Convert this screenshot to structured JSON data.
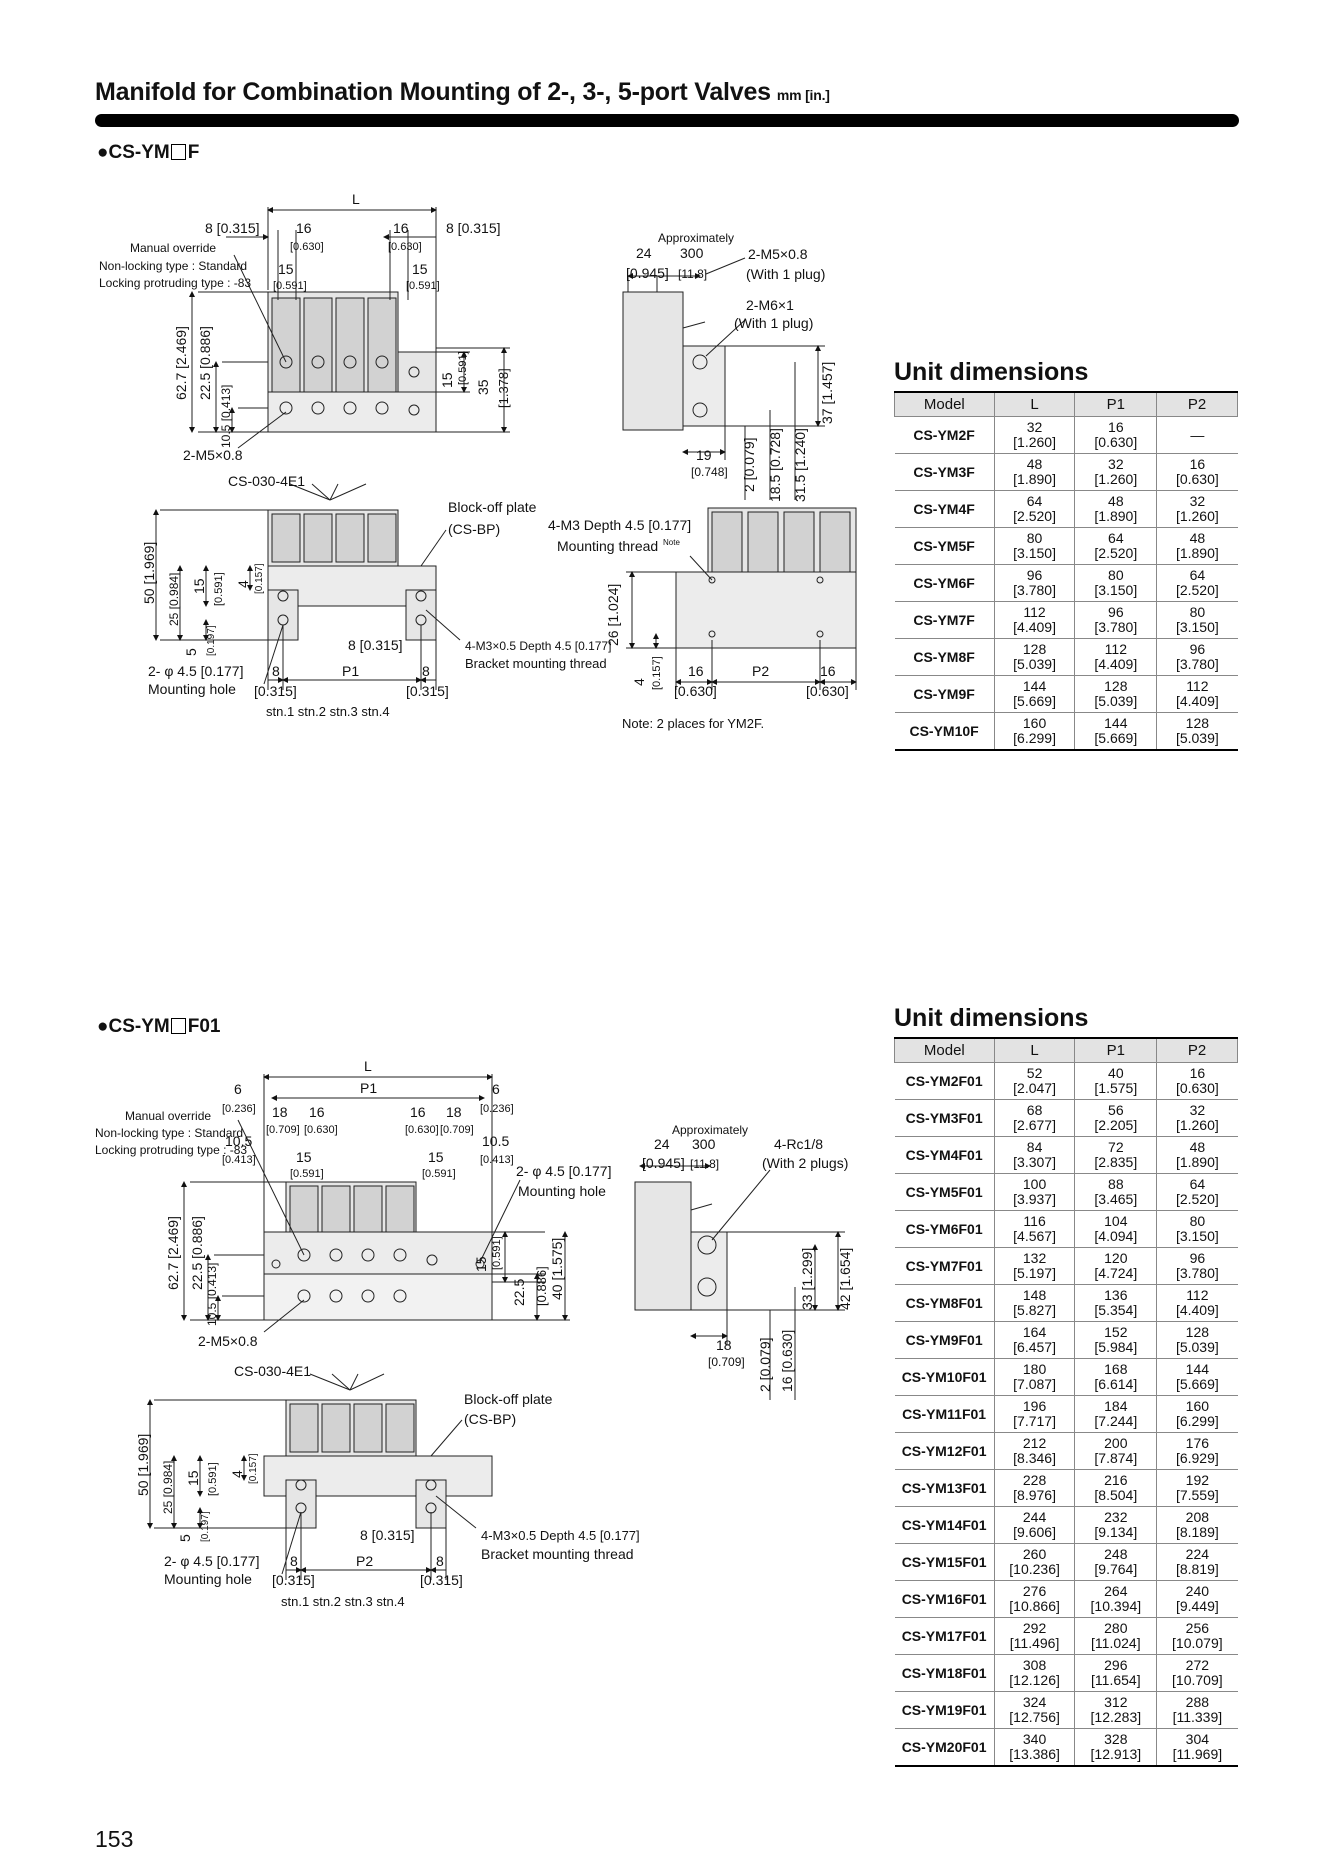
{
  "header": {
    "title": "Manifold for Combination Mounting of 2-, 3-, 5-port Valves",
    "unit": "mm [in.]"
  },
  "section1": {
    "prefix": "CS-YM",
    "suffix": "F",
    "labels": {
      "L": "L",
      "top8a": "8 [0.315]",
      "top16a": "16",
      "top16a_in": "[0.630]",
      "top16b": "16",
      "top16b_in": "[0.630]",
      "top8b": "8 [0.315]",
      "manual": "Manual override",
      "nonlocking": "Non-locking type : Standard",
      "locking": "Locking protruding type : -83",
      "d15a": "15",
      "d15a_in": "[0.591]",
      "d15b": "15",
      "d15b_in": "[0.591]",
      "h627": "62.7 [2.469]",
      "h225": "22.5 [0.886]",
      "h105": "10.5 [0.413]",
      "h15": "15",
      "h15_in": "[0.591]",
      "h35": "35",
      "h35_in": "[1.378]",
      "m5": "2-M5×0.8",
      "approx": "Approximately",
      "s24": "24",
      "s300": "300",
      "s24_in": "[0.945]",
      "s300_in": "[11.8]",
      "m5plug": "2-M5×0.8",
      "m5plug2": "(With 1 plug)",
      "m6plug": "2-M6×1",
      "m6plug2": "(With 1 plug)",
      "h37": "37 [1.457]",
      "s19": "19",
      "s19_in": "[0.748]",
      "s2": "2 [0.079]",
      "s185": "18.5 [0.728]",
      "s315": "31.5 [1.240]",
      "cs030": "CS-030-4E1",
      "blockoff": "Block-off plate",
      "csbp": "(CS-BP)",
      "v50": "50 [1.969]",
      "v25": "25 [0.984]",
      "v15": "15",
      "v15_in": "[0.591]",
      "v4": "4",
      "v4_in": "[0.157]",
      "v5": "5",
      "v5_in": "[0.197]",
      "b8": "8 [0.315]",
      "m3bracket": "4-M3×0.5 Depth 4.5 [0.177]",
      "bracket": "Bracket mounting thread",
      "hole": "2- φ 4.5 [0.177]",
      "hole2": "Mounting hole",
      "b8a": "8",
      "bP1": "P1",
      "b8b": "8",
      "b315a": "[0.315]",
      "b315b": "[0.315]",
      "stn": "stn.1 stn.2 stn.3 stn.4",
      "m3mount": "4-M3 Depth 4.5 [0.177]",
      "mountthread": "Mounting thread",
      "note_sup": "Note",
      "r26": "26 [1.024]",
      "r4": "4",
      "r4_in": "[0.157]",
      "r16a": "16",
      "rP2": "P2",
      "r16b": "16",
      "r630a": "[0.630]",
      "r630b": "[0.630]",
      "note": "Note: 2 places for YM2F."
    }
  },
  "section2": {
    "prefix": "CS-YM",
    "suffix": "F01",
    "labels": {
      "L": "L",
      "P1": "P1",
      "t6a": "6",
      "t6a_in": "[0.236]",
      "t6b": "6",
      "t6b_in": "[0.236]",
      "t18a": "18",
      "t16a": "16",
      "t709a": "[0.709]",
      "t630a": "[0.630]",
      "t16b": "16",
      "t18b": "18",
      "t630b": "[0.630]",
      "t709b": "[0.709]",
      "manual": "Manual override",
      "nonlocking": "Non-locking type : Standard",
      "locking": "Locking protruding type : -83",
      "t105a": "10.5",
      "t105a_in": "[0.413]",
      "t105b": "10.5",
      "t105b_in": "[0.413]",
      "d15a": "15",
      "d15a_in": "[0.591]",
      "d15b": "15",
      "d15b_in": "[0.591]",
      "hole_top": "2- φ 4.5 [0.177]",
      "hole_top2": "Mounting hole",
      "approx": "Approximately",
      "s24": "24",
      "s300": "300",
      "s24_in": "[0.945]",
      "s300_in": "[11.8]",
      "rc": "4-Rc1/8",
      "rc2": "(With 2 plugs)",
      "h627": "62.7 [2.469]",
      "h225": "22.5 [0.886]",
      "h105": "10.5 [0.413]",
      "h15": "15",
      "h15_in": "[0.591]",
      "h225b": "22.5",
      "h225b_in": "[0.886]",
      "h40": "40 [1.575]",
      "h33": "33 [1.299]",
      "h42": "42 [1.654]",
      "m5": "2-M5×0.8",
      "s18": "18",
      "s18_in": "[0.709]",
      "s2": "2 [0.079]",
      "s16": "16 [0.630]",
      "cs030": "CS-030-4E1",
      "blockoff": "Block-off plate",
      "csbp": "(CS-BP)",
      "v50": "50 [1.969]",
      "v25": "25 [0.984]",
      "v15": "15",
      "v15_in": "[0.591]",
      "v4": "4",
      "v4_in": "[0.157]",
      "v5": "5",
      "v5_in": "[0.197]",
      "b8": "8 [0.315]",
      "m3bracket": "4-M3×0.5 Depth 4.5 [0.177]",
      "bracket": "Bracket mounting thread",
      "hole": "2- φ 4.5 [0.177]",
      "hole2": "Mounting hole",
      "b8a": "8",
      "bP2": "P2",
      "b8b": "8",
      "b315a": "[0.315]",
      "b315b": "[0.315]",
      "stn": "stn.1 stn.2 stn.3 stn.4"
    }
  },
  "table1": {
    "title": "Unit dimensions",
    "headers": [
      "Model",
      "L",
      "P1",
      "P2"
    ],
    "rows": [
      [
        "CS-YM2F",
        "32",
        "[1.260]",
        "16",
        "[0.630]",
        "—",
        ""
      ],
      [
        "CS-YM3F",
        "48",
        "[1.890]",
        "32",
        "[1.260]",
        "16",
        "[0.630]"
      ],
      [
        "CS-YM4F",
        "64",
        "[2.520]",
        "48",
        "[1.890]",
        "32",
        "[1.260]"
      ],
      [
        "CS-YM5F",
        "80",
        "[3.150]",
        "64",
        "[2.520]",
        "48",
        "[1.890]"
      ],
      [
        "CS-YM6F",
        "96",
        "[3.780]",
        "80",
        "[3.150]",
        "64",
        "[2.520]"
      ],
      [
        "CS-YM7F",
        "112",
        "[4.409]",
        "96",
        "[3.780]",
        "80",
        "[3.150]"
      ],
      [
        "CS-YM8F",
        "128",
        "[5.039]",
        "112",
        "[4.409]",
        "96",
        "[3.780]"
      ],
      [
        "CS-YM9F",
        "144",
        "[5.669]",
        "128",
        "[5.039]",
        "112",
        "[4.409]"
      ],
      [
        "CS-YM10F",
        "160",
        "[6.299]",
        "144",
        "[5.669]",
        "128",
        "[5.039]"
      ]
    ]
  },
  "table2": {
    "title": "Unit dimensions",
    "headers": [
      "Model",
      "L",
      "P1",
      "P2"
    ],
    "rows": [
      [
        "CS-YM2F01",
        "52",
        "[2.047]",
        "40",
        "[1.575]",
        "16",
        "[0.630]"
      ],
      [
        "CS-YM3F01",
        "68",
        "[2.677]",
        "56",
        "[2.205]",
        "32",
        "[1.260]"
      ],
      [
        "CS-YM4F01",
        "84",
        "[3.307]",
        "72",
        "[2.835]",
        "48",
        "[1.890]"
      ],
      [
        "CS-YM5F01",
        "100",
        "[3.937]",
        "88",
        "[3.465]",
        "64",
        "[2.520]"
      ],
      [
        "CS-YM6F01",
        "116",
        "[4.567]",
        "104",
        "[4.094]",
        "80",
        "[3.150]"
      ],
      [
        "CS-YM7F01",
        "132",
        "[5.197]",
        "120",
        "[4.724]",
        "96",
        "[3.780]"
      ],
      [
        "CS-YM8F01",
        "148",
        "[5.827]",
        "136",
        "[5.354]",
        "112",
        "[4.409]"
      ],
      [
        "CS-YM9F01",
        "164",
        "[6.457]",
        "152",
        "[5.984]",
        "128",
        "[5.039]"
      ],
      [
        "CS-YM10F01",
        "180",
        "[7.087]",
        "168",
        "[6.614]",
        "144",
        "[5.669]"
      ],
      [
        "CS-YM11F01",
        "196",
        "[7.717]",
        "184",
        "[7.244]",
        "160",
        "[6.299]"
      ],
      [
        "CS-YM12F01",
        "212",
        "[8.346]",
        "200",
        "[7.874]",
        "176",
        "[6.929]"
      ],
      [
        "CS-YM13F01",
        "228",
        "[8.976]",
        "216",
        "[8.504]",
        "192",
        "[7.559]"
      ],
      [
        "CS-YM14F01",
        "244",
        "[9.606]",
        "232",
        "[9.134]",
        "208",
        "[8.189]"
      ],
      [
        "CS-YM15F01",
        "260",
        "[10.236]",
        "248",
        "[9.764]",
        "224",
        "[8.819]"
      ],
      [
        "CS-YM16F01",
        "276",
        "[10.866]",
        "264",
        "[10.394]",
        "240",
        "[9.449]"
      ],
      [
        "CS-YM17F01",
        "292",
        "[11.496]",
        "280",
        "[11.024]",
        "256",
        "[10.079]"
      ],
      [
        "CS-YM18F01",
        "308",
        "[12.126]",
        "296",
        "[11.654]",
        "272",
        "[10.709]"
      ],
      [
        "CS-YM19F01",
        "324",
        "[12.756]",
        "312",
        "[12.283]",
        "288",
        "[11.339]"
      ],
      [
        "CS-YM20F01",
        "340",
        "[13.386]",
        "328",
        "[12.913]",
        "304",
        "[11.969]"
      ]
    ]
  },
  "footer": {
    "page_number": "153"
  }
}
